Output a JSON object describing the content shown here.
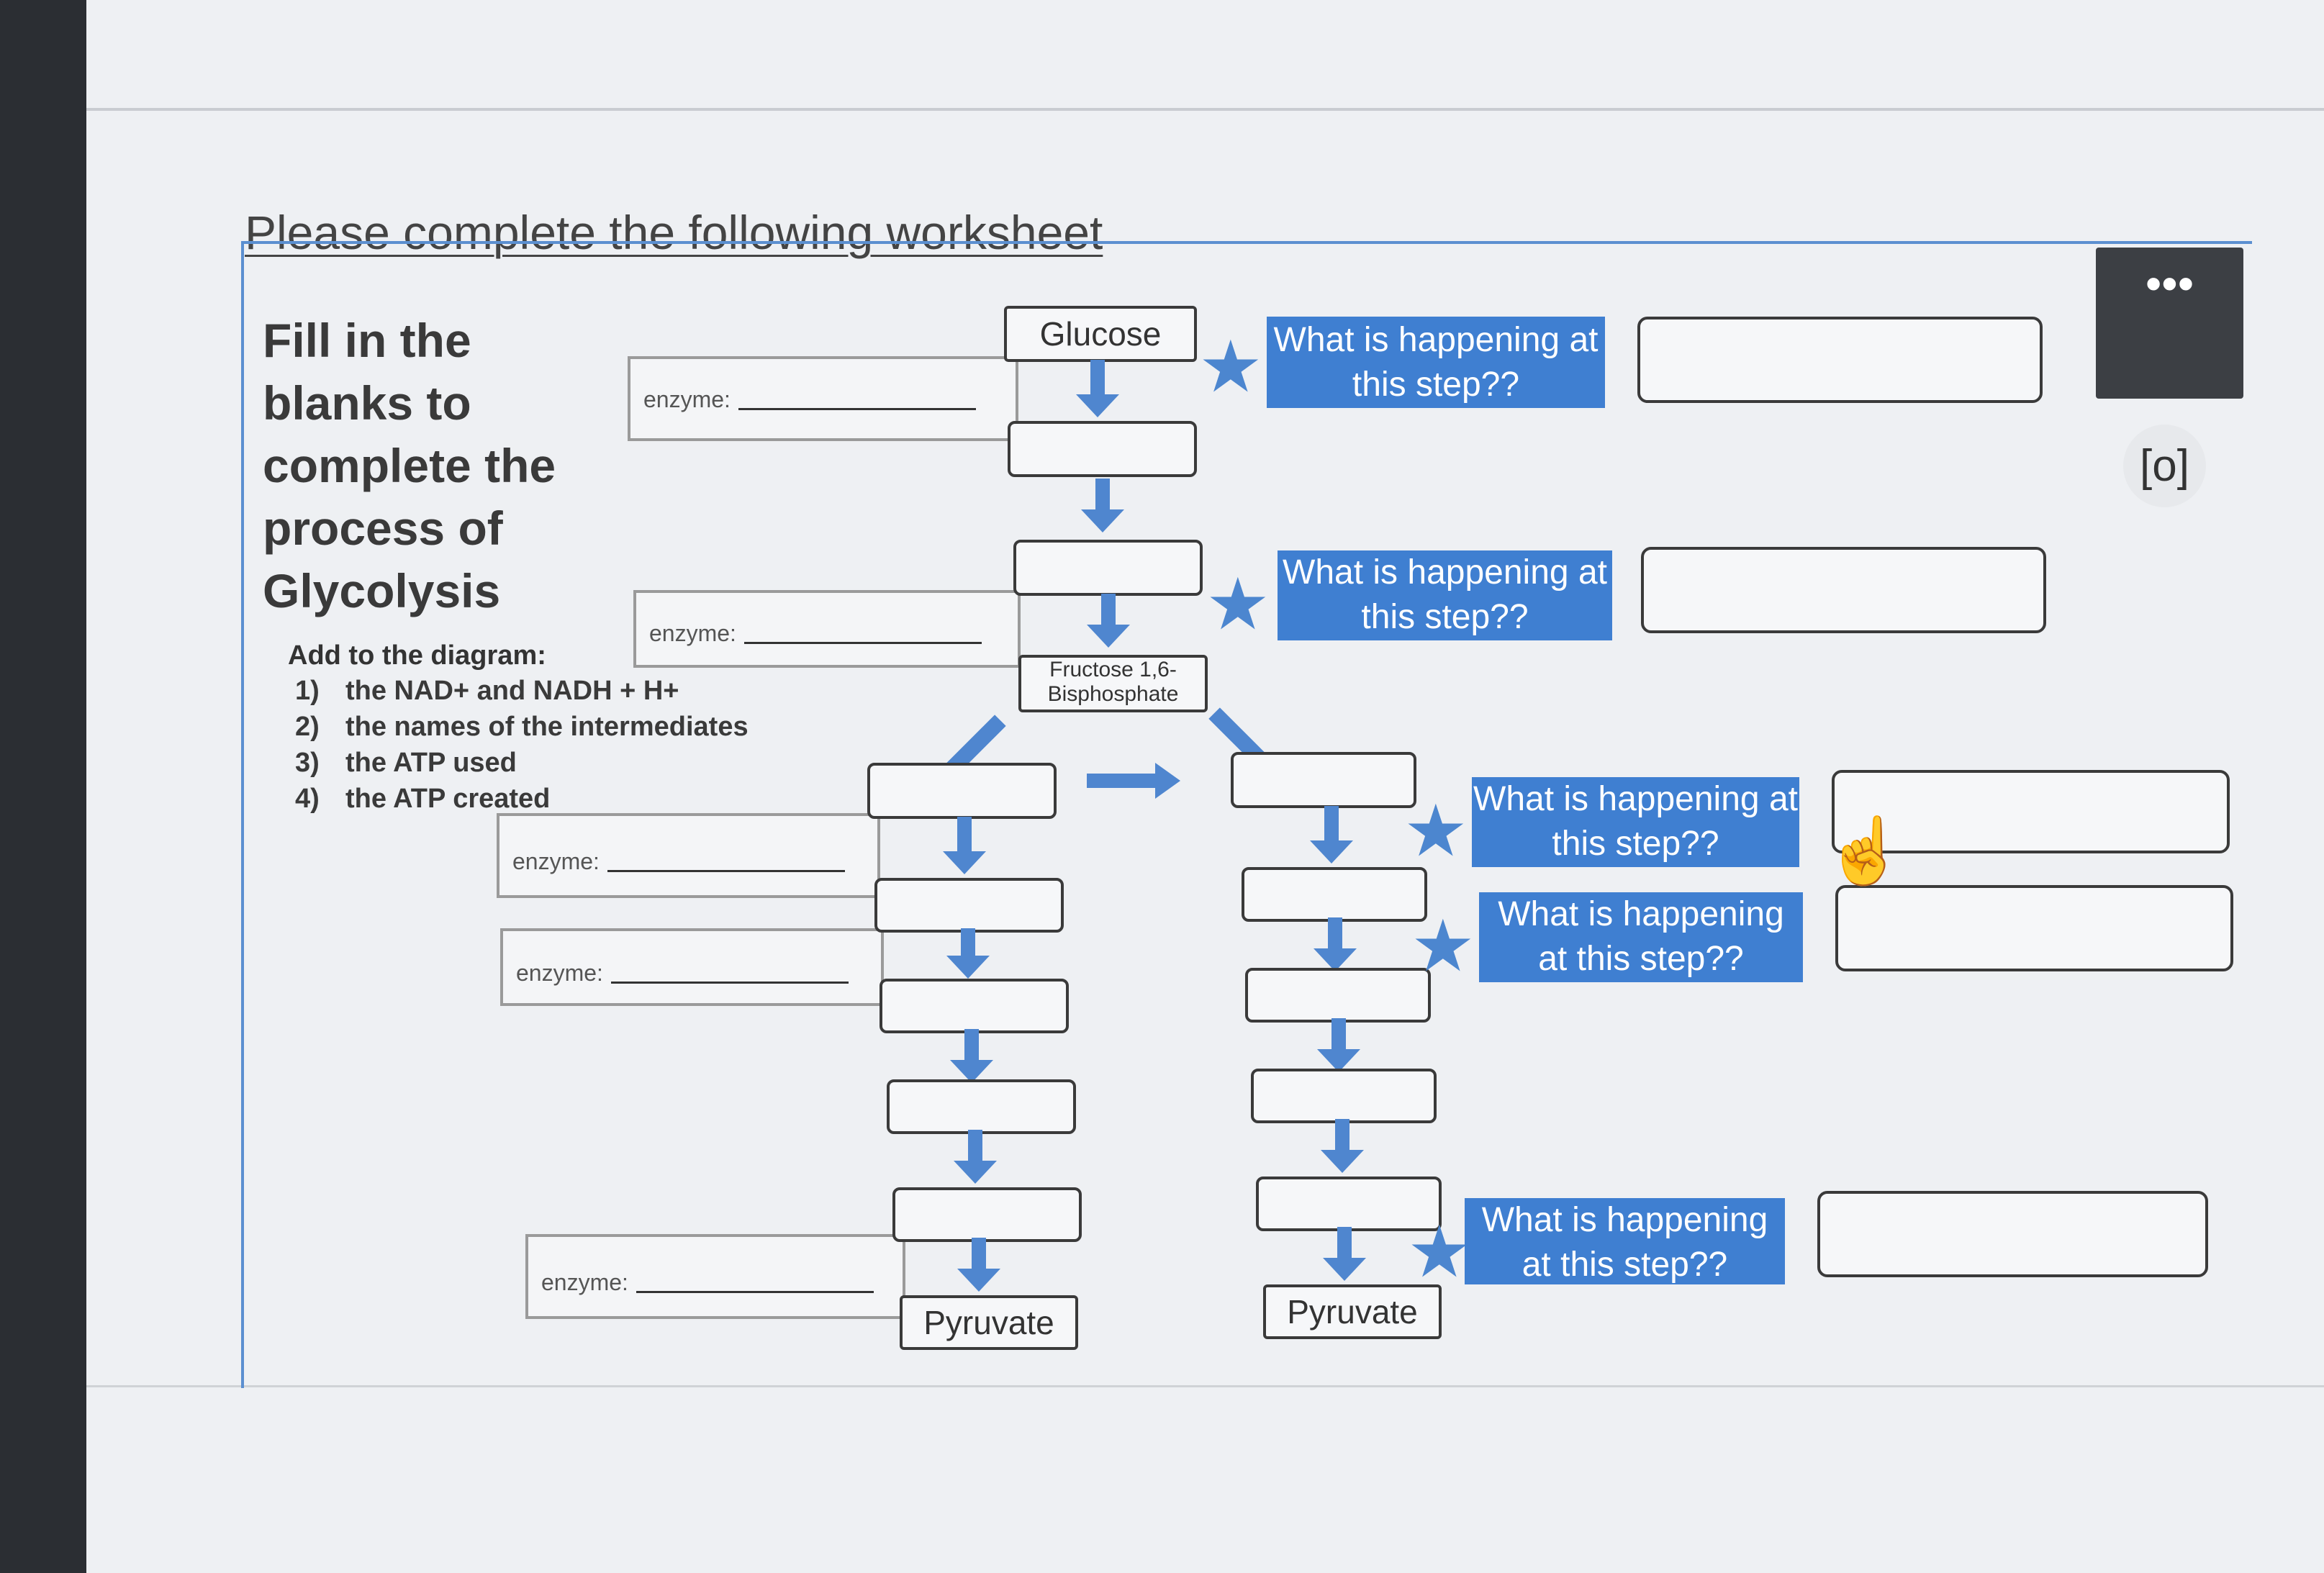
{
  "heading": "Please complete the following worksheet",
  "instructions": {
    "title_lines": [
      "Fill in the",
      "blanks to",
      "complete the",
      "process of",
      "Glycolysis"
    ],
    "add_title": "Add to the diagram:",
    "items": [
      {
        "num": "1)",
        "text": "the NAD+ and NADH + H+"
      },
      {
        "num": "2)",
        "text": "the names of the intermediates"
      },
      {
        "num": "3)",
        "text": "the ATP used"
      },
      {
        "num": "4)",
        "text": "the ATP created"
      }
    ]
  },
  "enzyme_label": "enzyme:",
  "diagram": {
    "start": "Glucose",
    "split": "Fructose 1,6-Bisphosphate",
    "end_left": "Pyruvate",
    "end_right": "Pyruvate"
  },
  "question": "What is happening at this step??",
  "menu": {
    "more_label": "•••",
    "scan_label": "[o]"
  },
  "colors": {
    "accent": "#3f7fd1",
    "arrow": "#4f86cf"
  }
}
